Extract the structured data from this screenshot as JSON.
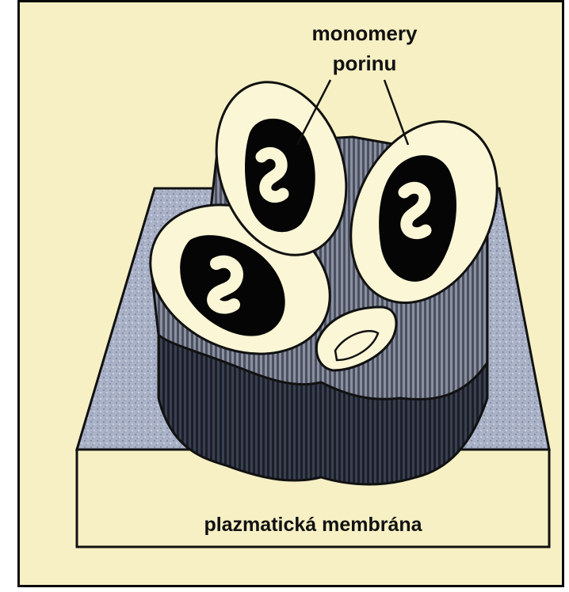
{
  "labels": {
    "monomers_line1": "monomery",
    "monomers_line2": "porinu",
    "membrane": "plazmatická membrána"
  },
  "colors": {
    "background": "#f6f0c4",
    "frame": "#0a0a0a",
    "membrane_top": "#aab2c8",
    "membrane_front": "#f6f0c4",
    "barrel_striped": "#6c7484",
    "barrel_dark": "#2e3442",
    "monomer_face": "#fbf6d6",
    "channel": "#050505"
  }
}
